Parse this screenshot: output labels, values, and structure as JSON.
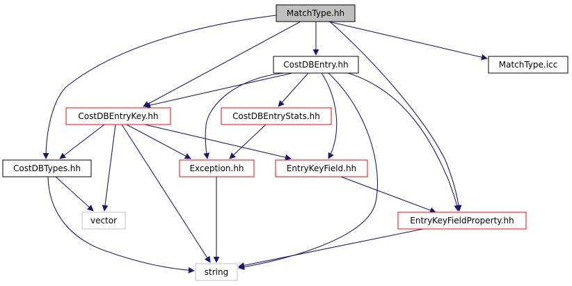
{
  "diagram": {
    "kind": "include-dependency-graph",
    "colors": {
      "edge": "#191970",
      "root_fill": "#bfbfbf",
      "documented_border": "#000000",
      "truncated_border": "#ff0000",
      "external_border": "#bfbfbf",
      "node_fill": "#ffffff",
      "text": "#000000"
    },
    "nodes": [
      {
        "id": "matchtype_hh",
        "label": "MatchType.hh",
        "style": "root"
      },
      {
        "id": "costdbentry_hh",
        "label": "CostDBEntry.hh",
        "style": "documented"
      },
      {
        "id": "matchtype_icc",
        "label": "MatchType.icc",
        "style": "documented"
      },
      {
        "id": "costdbentrykey_hh",
        "label": "CostDBEntryKey.hh",
        "style": "truncated"
      },
      {
        "id": "costdbentrystats_hh",
        "label": "CostDBEntryStats.hh",
        "style": "truncated"
      },
      {
        "id": "costdbtypes_hh",
        "label": "CostDBTypes.hh",
        "style": "documented"
      },
      {
        "id": "exception_hh",
        "label": "Exception.hh",
        "style": "truncated"
      },
      {
        "id": "entrykeyfield_hh",
        "label": "EntryKeyField.hh",
        "style": "truncated"
      },
      {
        "id": "vector",
        "label": "vector",
        "style": "external"
      },
      {
        "id": "entrykeyfieldproperty_hh",
        "label": "EntryKeyFieldProperty.hh",
        "style": "truncated"
      },
      {
        "id": "string",
        "label": "string",
        "style": "external"
      }
    ],
    "edges": [
      {
        "from": "matchtype_hh",
        "to": "costdbentry_hh"
      },
      {
        "from": "matchtype_hh",
        "to": "matchtype_icc"
      },
      {
        "from": "matchtype_hh",
        "to": "costdbentrykey_hh"
      },
      {
        "from": "matchtype_hh",
        "to": "costdbtypes_hh"
      },
      {
        "from": "matchtype_hh",
        "to": "entrykeyfieldproperty_hh"
      },
      {
        "from": "costdbentry_hh",
        "to": "costdbentrykey_hh"
      },
      {
        "from": "costdbentry_hh",
        "to": "costdbentrystats_hh"
      },
      {
        "from": "costdbentry_hh",
        "to": "exception_hh"
      },
      {
        "from": "costdbentry_hh",
        "to": "entrykeyfield_hh"
      },
      {
        "from": "costdbentry_hh",
        "to": "entrykeyfieldproperty_hh"
      },
      {
        "from": "costdbentry_hh",
        "to": "string"
      },
      {
        "from": "costdbentrykey_hh",
        "to": "costdbtypes_hh"
      },
      {
        "from": "costdbentrykey_hh",
        "to": "vector"
      },
      {
        "from": "costdbentrykey_hh",
        "to": "exception_hh"
      },
      {
        "from": "costdbentrykey_hh",
        "to": "entrykeyfield_hh"
      },
      {
        "from": "costdbentrykey_hh",
        "to": "string"
      },
      {
        "from": "costdbentrystats_hh",
        "to": "exception_hh"
      },
      {
        "from": "costdbtypes_hh",
        "to": "vector"
      },
      {
        "from": "costdbtypes_hh",
        "to": "string"
      },
      {
        "from": "exception_hh",
        "to": "string"
      },
      {
        "from": "entrykeyfield_hh",
        "to": "entrykeyfieldproperty_hh"
      },
      {
        "from": "entrykeyfieldproperty_hh",
        "to": "string"
      }
    ]
  }
}
